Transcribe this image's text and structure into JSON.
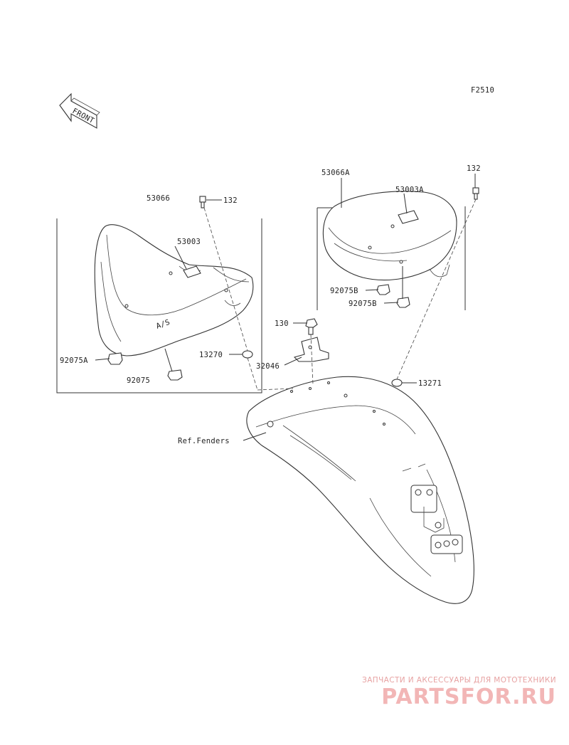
{
  "diagram": {
    "code": "F2510",
    "front_label": "FRONT",
    "labels": {
      "p53066": "53066",
      "p132_left": "132",
      "p53003": "53003",
      "p92075A": "92075A",
      "p92075": "92075",
      "p53066A": "53066A",
      "p53003A": "53003A",
      "p132_right": "132",
      "p92075B_1": "92075B",
      "p92075B_2": "92075B",
      "p130": "130",
      "p13270": "13270",
      "p32046": "32046",
      "p13271": "13271",
      "ref_fenders": "Ref.Fenders"
    }
  },
  "watermark": {
    "top": "ЗАПЧАСТИ И АКСЕССУАРЫ ДЛЯ МОТОТЕХНИКИ",
    "main": "PARTSFOR.RU"
  },
  "colors": {
    "line": "#333333",
    "watermark": "#f2b6b6"
  }
}
